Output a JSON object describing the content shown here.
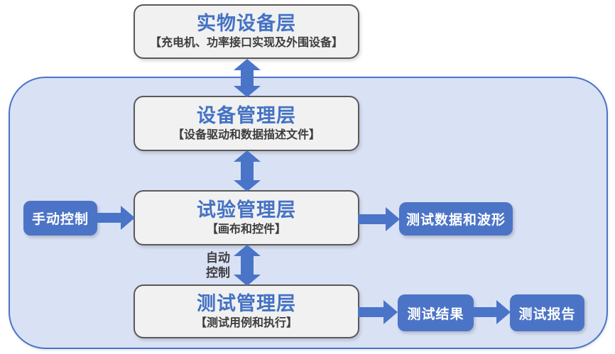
{
  "colors": {
    "accent_blue": "#4a74c8",
    "title_blue": "#4472c4",
    "container_fill": "#d9e1f5",
    "container_border": "#4a74c8",
    "layer_box_fill": "#f1f1f1",
    "layer_box_border": "#595959",
    "subtitle_text": "#3d3d3d",
    "blue_node_fill": "#4c74c6",
    "blue_node_text": "#ffffff"
  },
  "layers": [
    {
      "title": "实物设备层",
      "subtitle": "【充电机、功率接口实现及外围设备】"
    },
    {
      "title": "设备管理层",
      "subtitle": "【设备驱动和数据描述文件】"
    },
    {
      "title": "试验管理层",
      "subtitle": "【画布和控件】"
    },
    {
      "title": "测试管理层",
      "subtitle": "【测试用例和执行】"
    }
  ],
  "side_nodes": {
    "manual_control": "手动控制",
    "test_data_waveform": "测试数据和波形",
    "test_result": "测试结果",
    "test_report": "测试报告"
  },
  "labels": {
    "auto_control_line1": "自动",
    "auto_control_line2": "控制"
  }
}
